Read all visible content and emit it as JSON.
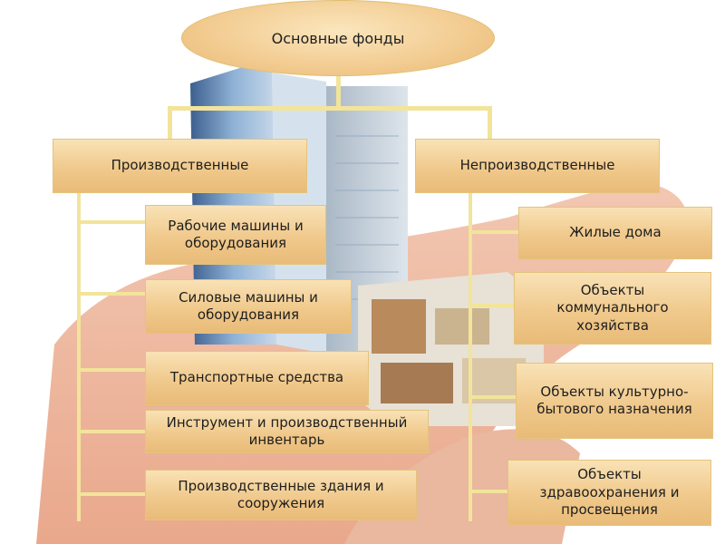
{
  "diagram": {
    "root": "Основные фонды",
    "left": {
      "title": "Производственные",
      "items": [
        "Рабочие машины и оборудования",
        "Силовые машины и оборудования",
        "Транспортные средства",
        "Инструмент и производственный инвентарь",
        "Производственные здания и сооружения"
      ]
    },
    "right": {
      "title": "Непроизводственные",
      "items": [
        "Жилые дома",
        "Объекты коммунального хозяйства",
        "Объекты культурно-бытового назначения",
        "Объекты здравоохранения и просвещения"
      ]
    }
  },
  "colors": {
    "box_fill": "#f0c98c",
    "box_border": "#e3c47c",
    "connector": "#f2e49a"
  }
}
